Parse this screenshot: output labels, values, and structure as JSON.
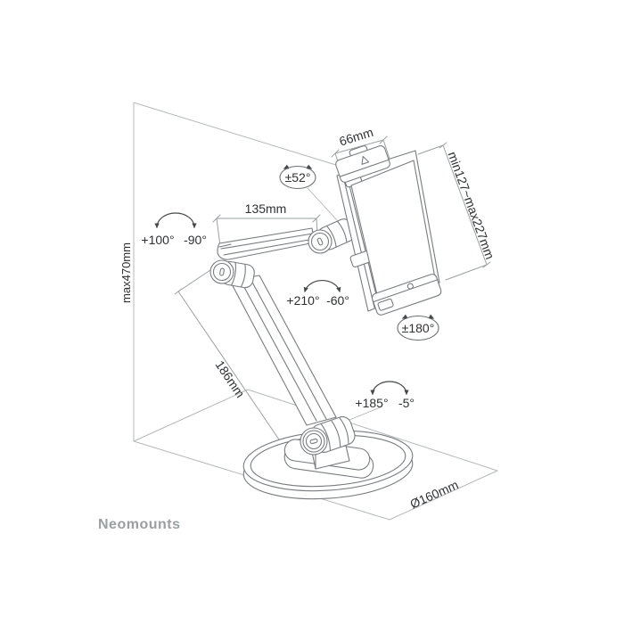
{
  "diagram": {
    "type": "technical-dimension-drawing",
    "subject": "universal tablet desk stand with articulated arm",
    "brand": "Neomounts",
    "labels": {
      "max_height": "max470mm",
      "upper_arm_length": "135mm",
      "lower_arm_length": "186mm",
      "holder_width": "66mm",
      "holder_height_range": "min127~max227mm",
      "base_diameter": "Ø160mm",
      "elbow_swivel_pos": "+100°",
      "elbow_swivel_neg": "-90°",
      "head_joint_pos": "+210°",
      "head_joint_neg": "-60°",
      "base_joint_pos": "+185°",
      "base_joint_neg": "-5°",
      "holder_tilt": "±52°",
      "holder_rotation": "±180°"
    },
    "colors": {
      "background": "#ffffff",
      "product_outline": "#787c7e",
      "dimension_lines": "#9ba0a1",
      "perspective_lines": "#b4b8b9",
      "annotation_text": "#2e3032",
      "brand_text": "#9aa0a1"
    }
  }
}
